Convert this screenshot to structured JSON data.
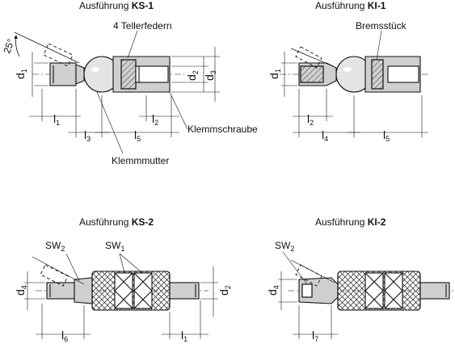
{
  "titles": {
    "ks1": {
      "prefix": "Ausführung",
      "code": "KS-1"
    },
    "ki1": {
      "prefix": "Ausführung",
      "code": "KI-1"
    },
    "ks2": {
      "prefix": "Ausführung",
      "code": "KS-2"
    },
    "ki2": {
      "prefix": "Ausführung",
      "code": "KI-2"
    }
  },
  "callouts": {
    "teller": "4 Tellerfedern",
    "brems": "Bremsstück",
    "klemmschraube": "Klemmschraube",
    "klemmmutter": "Klemmmutter",
    "angle": "25°"
  },
  "dims": {
    "d": "d",
    "l": "l",
    "sw": "SW",
    "s1": "1",
    "s2": "2",
    "s3": "3",
    "s4": "4",
    "s5": "5",
    "s6": "6",
    "s7": "7"
  },
  "colors": {
    "part": "#cfcfcf",
    "line": "#111111"
  }
}
